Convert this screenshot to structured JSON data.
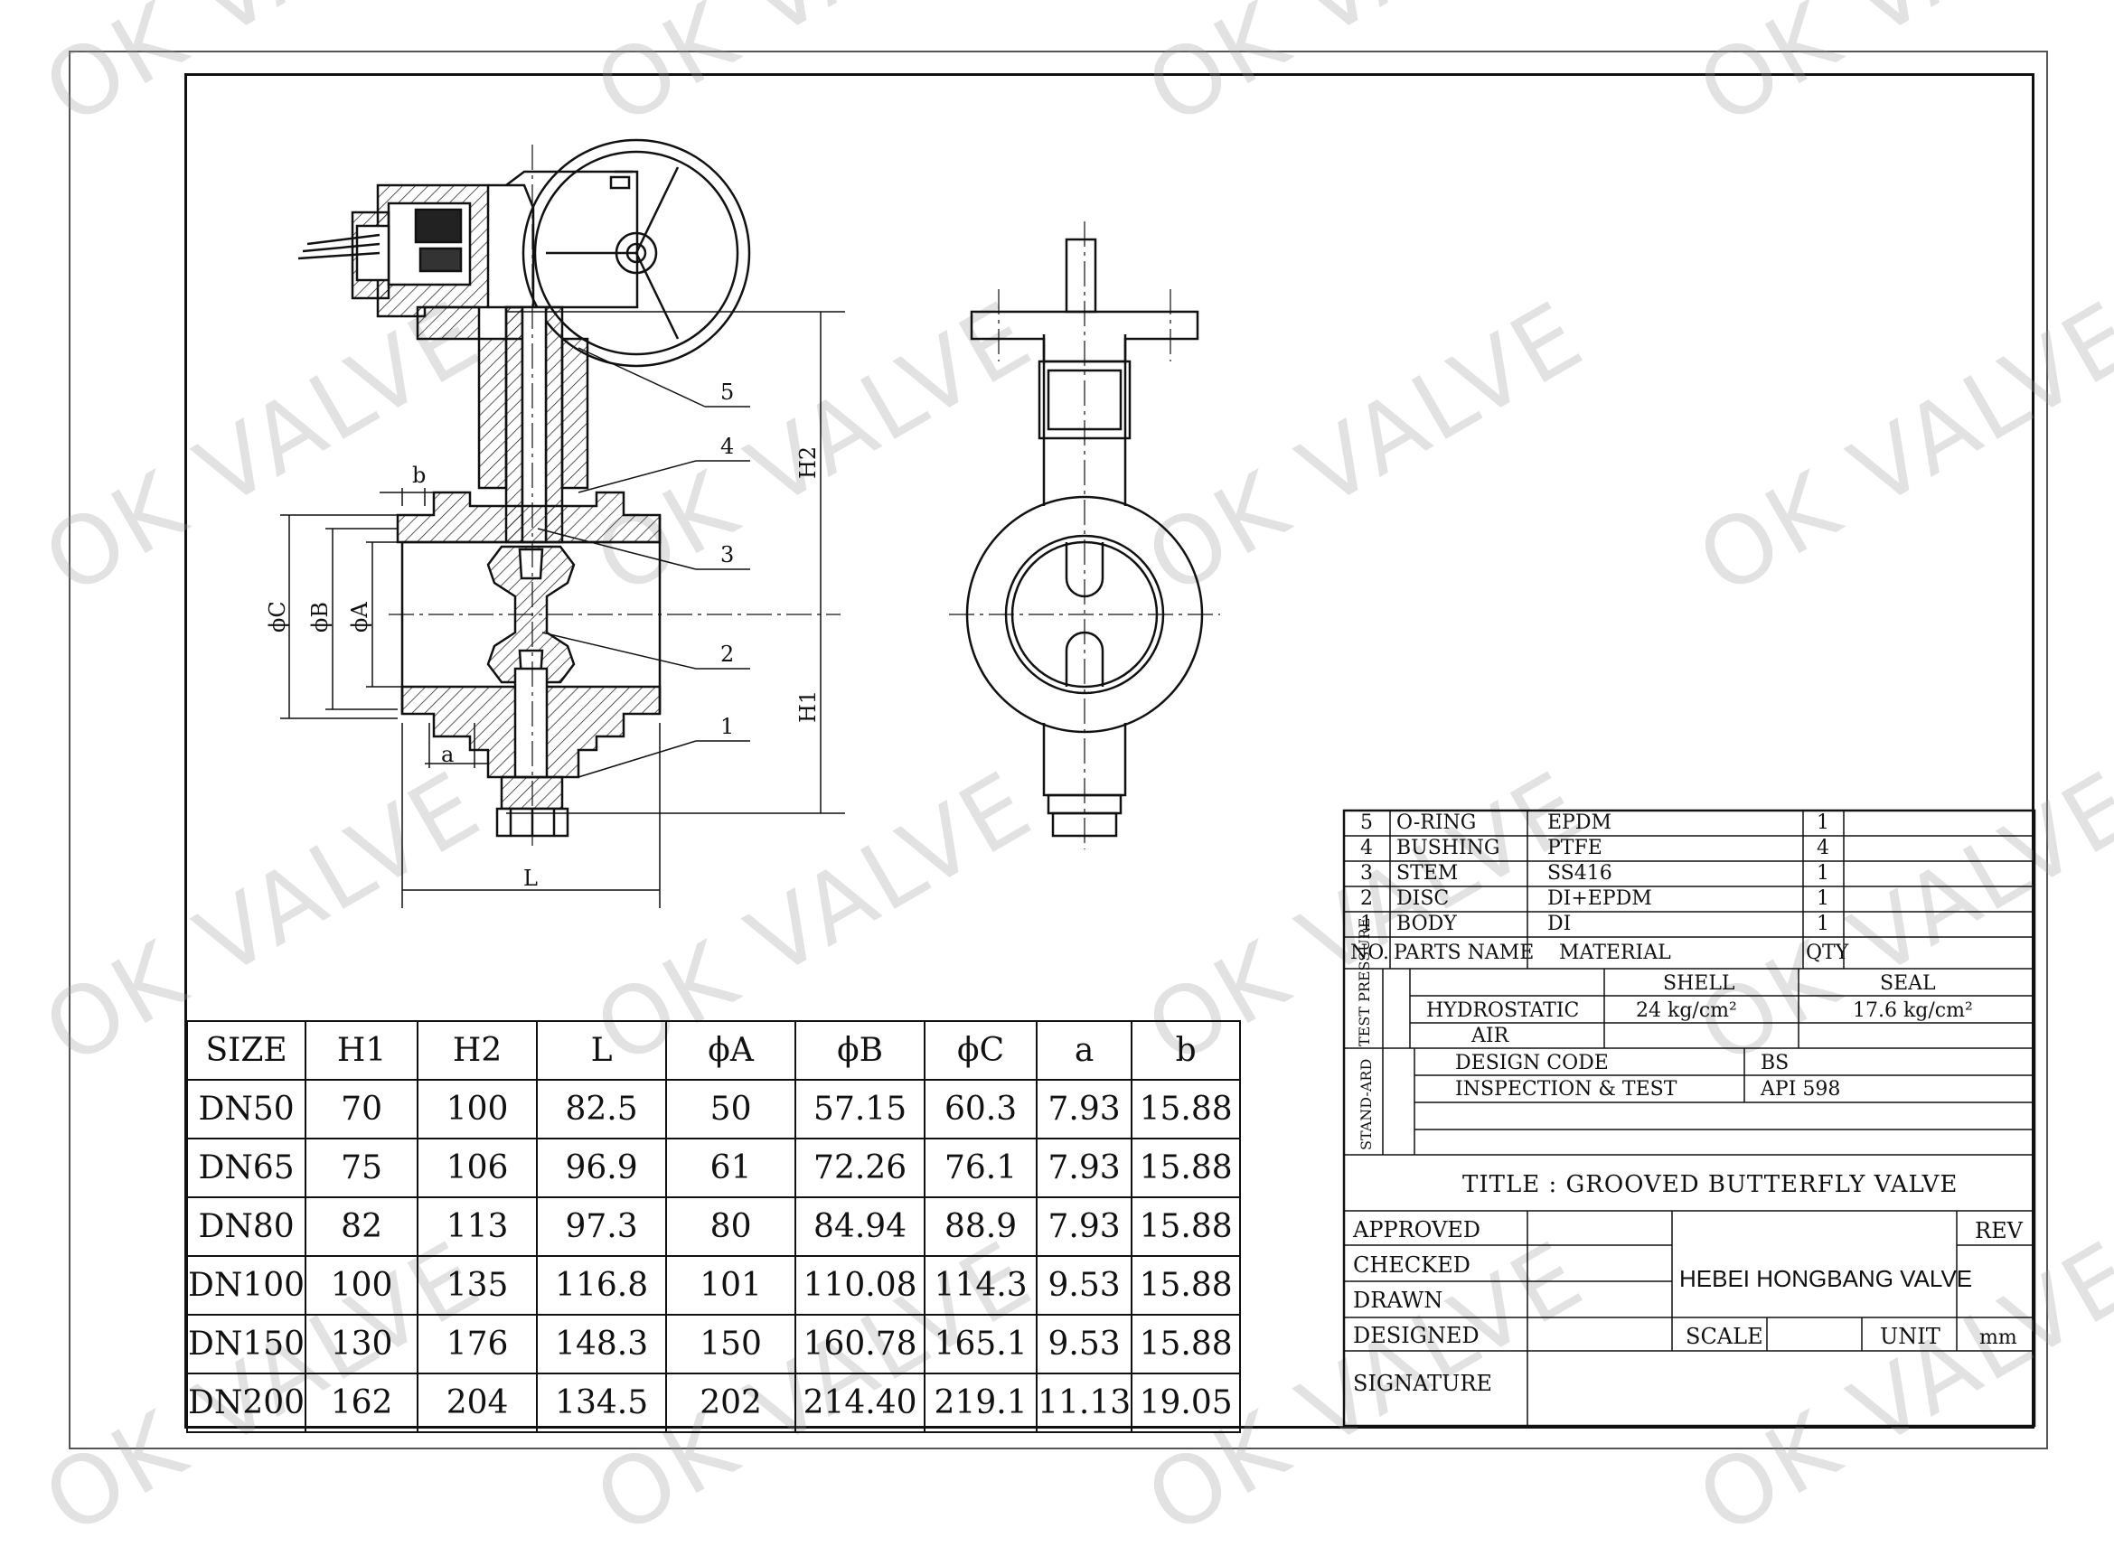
{
  "watermark": "OK VALVE",
  "dimension_labels": {
    "b": "b",
    "a": "a",
    "phiC": "ϕC",
    "phiB": "ϕB",
    "phiA": "ϕA",
    "L": "L",
    "H1": "H1",
    "H2": "H2"
  },
  "callouts": [
    "5",
    "4",
    "3",
    "2",
    "1"
  ],
  "dimension_table": {
    "headers": [
      "SIZE",
      "H1",
      "H2",
      "L",
      "ϕA",
      "ϕB",
      "ϕC",
      "a",
      "b"
    ],
    "rows": [
      [
        "DN50",
        "70",
        "100",
        "82.5",
        "50",
        "57.15",
        "60.3",
        "7.93",
        "15.88"
      ],
      [
        "DN65",
        "75",
        "106",
        "96.9",
        "61",
        "72.26",
        "76.1",
        "7.93",
        "15.88"
      ],
      [
        "DN80",
        "82",
        "113",
        "97.3",
        "80",
        "84.94",
        "88.9",
        "7.93",
        "15.88"
      ],
      [
        "DN100",
        "100",
        "135",
        "116.8",
        "101",
        "110.08",
        "114.3",
        "9.53",
        "15.88"
      ],
      [
        "DN150",
        "130",
        "176",
        "148.3",
        "150",
        "160.78",
        "165.1",
        "9.53",
        "15.88"
      ],
      [
        "DN200",
        "162",
        "204",
        "134.5",
        "202",
        "214.40",
        "219.1",
        "11.13",
        "19.05"
      ]
    ]
  },
  "parts_list": {
    "rows": [
      {
        "no": "5",
        "name": "O-RING",
        "material": "EPDM",
        "qty": "1"
      },
      {
        "no": "4",
        "name": "BUSHING",
        "material": "PTFE",
        "qty": "4"
      },
      {
        "no": "3",
        "name": "STEM",
        "material": "SS416",
        "qty": "1"
      },
      {
        "no": "2",
        "name": "DISC",
        "material": "DI+EPDM",
        "qty": "1"
      },
      {
        "no": "1",
        "name": "BODY",
        "material": "DI",
        "qty": "1"
      }
    ],
    "header": {
      "no": "NO.",
      "name": "PARTS NAME",
      "material": "MATERIAL",
      "qty": "QTY"
    }
  },
  "test_pressure": {
    "label": "TEST PRESSURE",
    "shell": "SHELL",
    "seal": "SEAL",
    "hydrostatic": "HYDROSTATIC",
    "air": "AIR",
    "shell_value": "24 kg/cm²",
    "seal_value": "17.6 kg/cm²"
  },
  "standard": {
    "label": "STAND-ARD",
    "design_code": "DESIGN CODE",
    "design_code_value": "BS",
    "inspection": "INSPECTION & TEST",
    "inspection_value": "API 598"
  },
  "title": "TITLE : GROOVED BUTTERFLY VALVE",
  "signoff": {
    "approved": "APPROVED",
    "checked": "CHECKED",
    "drawn": "DRAWN",
    "designed": "DESIGNED",
    "signature": "SIGNATURE",
    "rev": "REV",
    "company": "HEBEI HONGBANG VALVE",
    "scale": "SCALE",
    "unit": "UNIT",
    "unit_value": "mm"
  }
}
